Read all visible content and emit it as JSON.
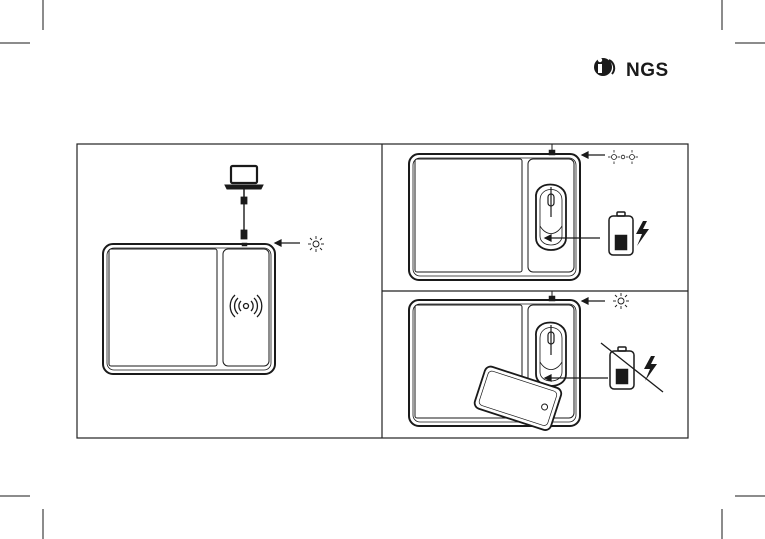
{
  "brand": {
    "name": "NGS"
  },
  "colors": {
    "ink": "#1a1a1a",
    "frame": "#222222",
    "paper": "#ffffff",
    "battery_fill": "#1a1a1a"
  },
  "icons": {
    "laptop": "laptop-icon",
    "usb_plug": "usb-plug-icon",
    "wireless_charging": "wireless-charging-icon",
    "led_on": "led-light-icon",
    "led_blinking": "led-blinking-icon",
    "battery": "battery-icon",
    "lightning": "lightning-bolt-icon",
    "mouse": "wireless-mouse-icon",
    "phone": "smartphone-icon"
  },
  "panels": {
    "panel_1": {
      "content": "pad-connected-to-laptop-led-on"
    },
    "panel_2": {
      "content": "mouse-charging-led-blinking",
      "battery_level": 0.5
    },
    "panel_3": {
      "content": "phone-and-mouse-not-charging-led-on",
      "battery_level": 0.4
    }
  }
}
